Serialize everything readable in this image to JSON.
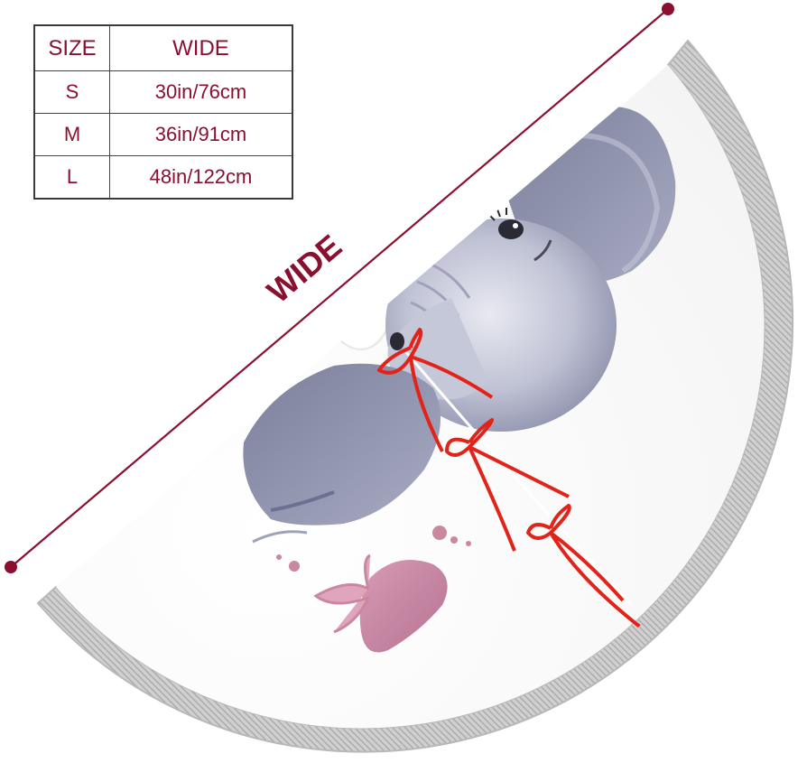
{
  "size_table": {
    "headers": {
      "size": "SIZE",
      "wide": "WIDE"
    },
    "rows": [
      {
        "size": "S",
        "wide": "30in/76cm"
      },
      {
        "size": "M",
        "wide": "36in/91cm"
      },
      {
        "size": "L",
        "wide": "48in/122cm"
      }
    ]
  },
  "dimension": {
    "label": "WIDE"
  },
  "colors": {
    "accent": "#8a1030",
    "fringe": "#c4c4c4",
    "elephant": "#9fa4bd",
    "ribbon": "#e2231a",
    "heart": "#c987a0"
  },
  "product": "semicircle tree skirt with tassel fringe and elephant print"
}
